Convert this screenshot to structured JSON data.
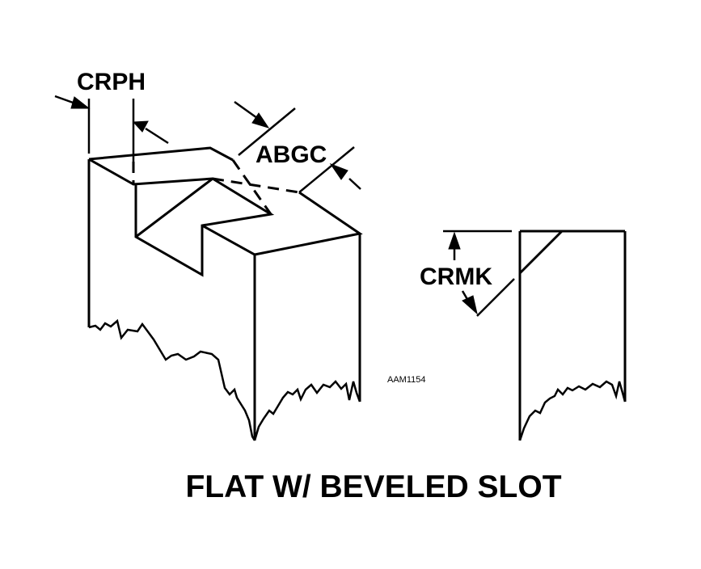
{
  "labels": {
    "crph": "CRPH",
    "abgc": "ABGC",
    "crmk": "CRMK",
    "image_id": "AAM1154",
    "title": "FLAT W/ BEVELED SLOT"
  },
  "colors": {
    "ink": "#000000",
    "background": "#ffffff"
  }
}
